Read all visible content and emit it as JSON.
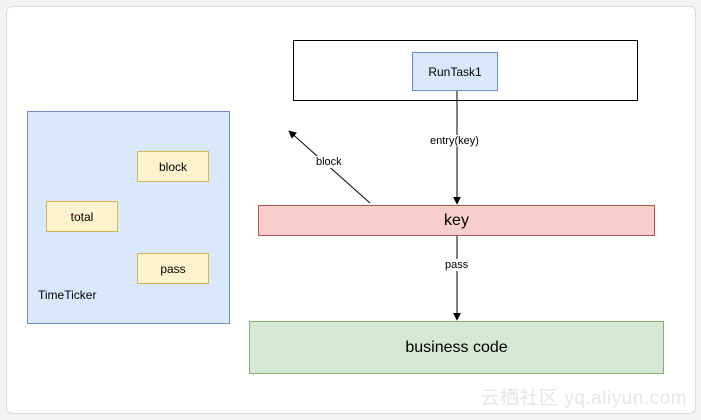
{
  "diagram": {
    "container": {
      "label": "TimeTicker"
    },
    "counters": [
      {
        "label": "block"
      },
      {
        "label": "total"
      },
      {
        "label": "pass"
      }
    ],
    "runtask": {
      "label": "RunTask1"
    },
    "key": {
      "label": "key"
    },
    "business": {
      "label": "business code"
    },
    "edges": {
      "entry": "entry(key)",
      "block": "block",
      "pass": "pass"
    }
  },
  "watermark": "云栖社区 yq.aliyun.com",
  "colors": {
    "blue_fill": "#dae8fc",
    "blue_stroke": "#6c8ebf",
    "yellow_fill": "#fff2cc",
    "yellow_stroke": "#d6b656",
    "red_fill": "#f8cecc",
    "red_stroke": "#b85450",
    "green_fill": "#d5e8d4",
    "green_stroke": "#82b366"
  }
}
